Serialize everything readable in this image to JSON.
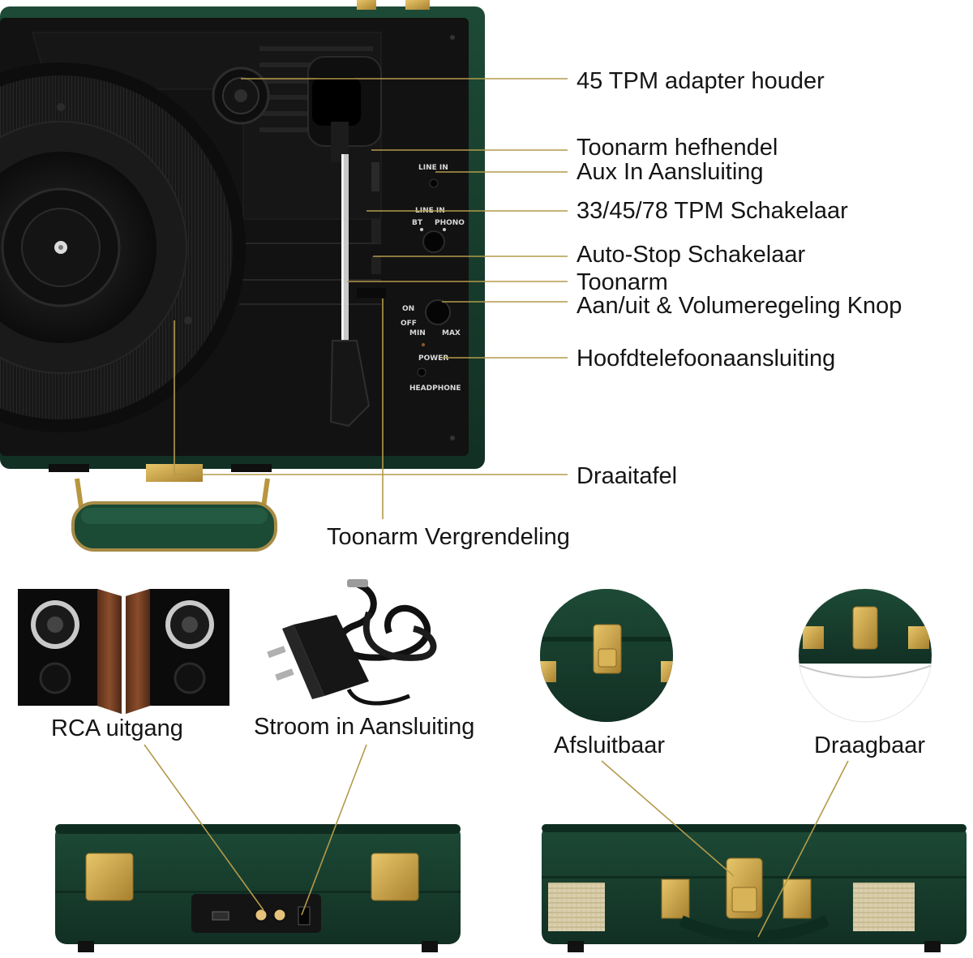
{
  "callouts": {
    "adapter_holder": "45 TPM adapter houder",
    "tonearm_lift": "Toonarm hefhendel",
    "aux_in": "Aux In Aansluiting",
    "speed_switch": "33/45/78 TPM Schakelaar",
    "auto_stop": "Auto-Stop Schakelaar",
    "tonearm": "Toonarm",
    "power_volume": "Aan/uit & Volumeregeling Knop",
    "headphone_jack": "Hoofdtelefoonaansluiting",
    "turntable": "Draaitafel",
    "tonearm_lock": "Toonarm Vergrendeling",
    "rca_output": "RCA uitgang",
    "power_in": "Stroom in Aansluiting",
    "lockable": "Afsluitbaar",
    "portable": "Draagbaar"
  },
  "panel_markings": {
    "line_in": "LINE IN",
    "line_in_2": "LINE IN",
    "bt": "BT",
    "phono": "PHONO",
    "on": "ON",
    "off": "OFF",
    "min": "MIN",
    "max": "MAX",
    "power": "POWER",
    "headphone": "HEADPHONE"
  },
  "colors": {
    "case_green": "#173c2c",
    "deck_black": "#121212",
    "brass": "#c9a347",
    "leader_line": "#b39a4a"
  }
}
